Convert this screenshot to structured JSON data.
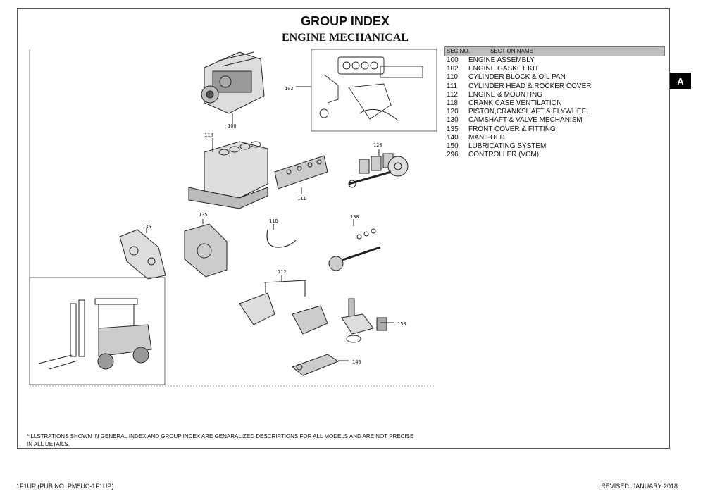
{
  "title": "GROUP INDEX",
  "subtitle": "ENGINE MECHANICAL",
  "tab_label": "A",
  "table": {
    "header_no": "SEC.NO.",
    "header_name": "SECTION NAME",
    "rows": [
      {
        "no": "100",
        "name": "ENGINE ASSEMBLY"
      },
      {
        "no": "102",
        "name": "ENGINE GASKET KIT"
      },
      {
        "no": "110",
        "name": "CYLINDER BLOCK & OIL PAN"
      },
      {
        "no": "111",
        "name": "CYLINDER HEAD & ROCKER COVER"
      },
      {
        "no": "112",
        "name": "ENGINE & MOUNTING"
      },
      {
        "no": "118",
        "name": "CRANK CASE VENTILATION"
      },
      {
        "no": "120",
        "name": "PISTON,CRANKSHAFT & FLYWHEEL"
      },
      {
        "no": "130",
        "name": "CAMSHAFT & VALVE MECHANISM"
      },
      {
        "no": "135",
        "name": "FRONT COVER & FITTING"
      },
      {
        "no": "140",
        "name": "MANIFOLD"
      },
      {
        "no": "150",
        "name": "LUBRICATING SYSTEM"
      },
      {
        "no": "296",
        "name": "CONTROLLER (VCM)"
      }
    ]
  },
  "callouts": {
    "c100": "100",
    "c102": "102",
    "c110": "110",
    "c111": "111",
    "c120": "120",
    "c135a": "135",
    "c135b": "135",
    "c118": "118",
    "c130": "130",
    "c112": "112",
    "c150": "150",
    "c140": "140"
  },
  "footnote_line1": "*ILLSTRATIONS SHOWN IN GENERAL INDEX AND GROUP INDEX ARE GENARALIZED DESCRIPTIONS FOR ALL MODELS AND ARE NOT PRECISE",
  "footnote_line2": "IN ALL DETAILS.",
  "footer_left": "1F1UP (PUB.NO. PM5UC-1F1UP)",
  "footer_right": "REVISED: JANUARY 2018"
}
